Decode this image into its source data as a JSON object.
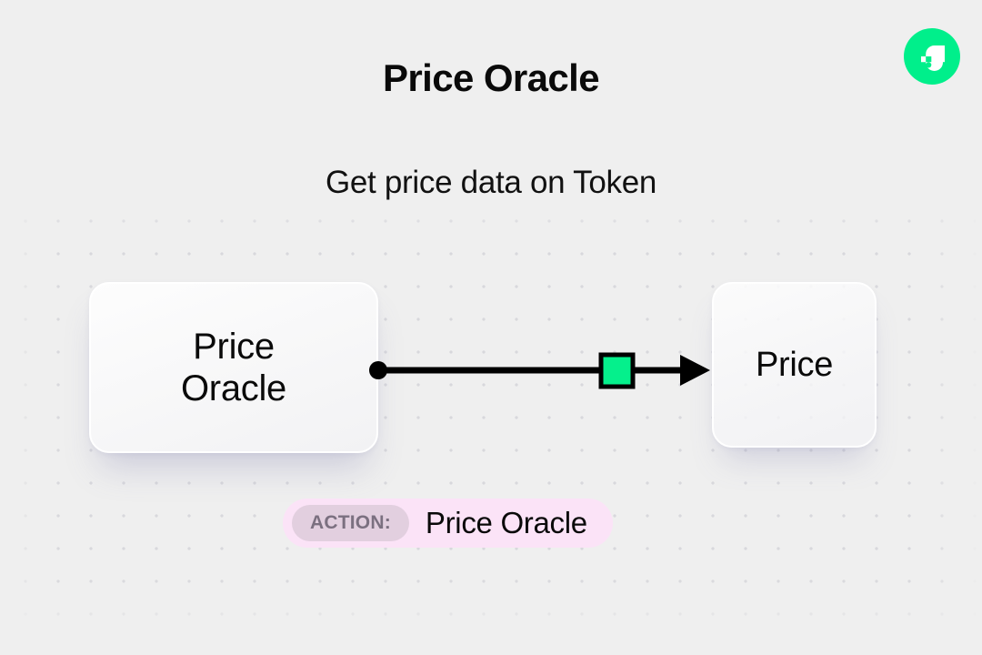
{
  "header": {
    "title": "Price Oracle",
    "subtitle": "Get price data on Token",
    "logo_icon": "flow-logo-icon",
    "logo_color": "#00EF8B"
  },
  "diagram": {
    "source_node": {
      "label_line1": "Price",
      "label_line2": "Oracle"
    },
    "target_node": {
      "label": "Price"
    },
    "connector": {
      "start_dot_icon": "connector-dot-icon",
      "midpoint_icon": "connector-square-icon",
      "midpoint_color": "#05F08C",
      "arrowhead_icon": "arrow-right-icon",
      "line_color": "#000000"
    }
  },
  "action_badge": {
    "prefix_label": "ACTION:",
    "value": "Price Oracle",
    "background_color": "#FBE3F7",
    "pill_color": "#E2CFDF"
  },
  "canvas": {
    "background_color": "#EFEFEF",
    "dot_color": "#D8D8DC"
  }
}
